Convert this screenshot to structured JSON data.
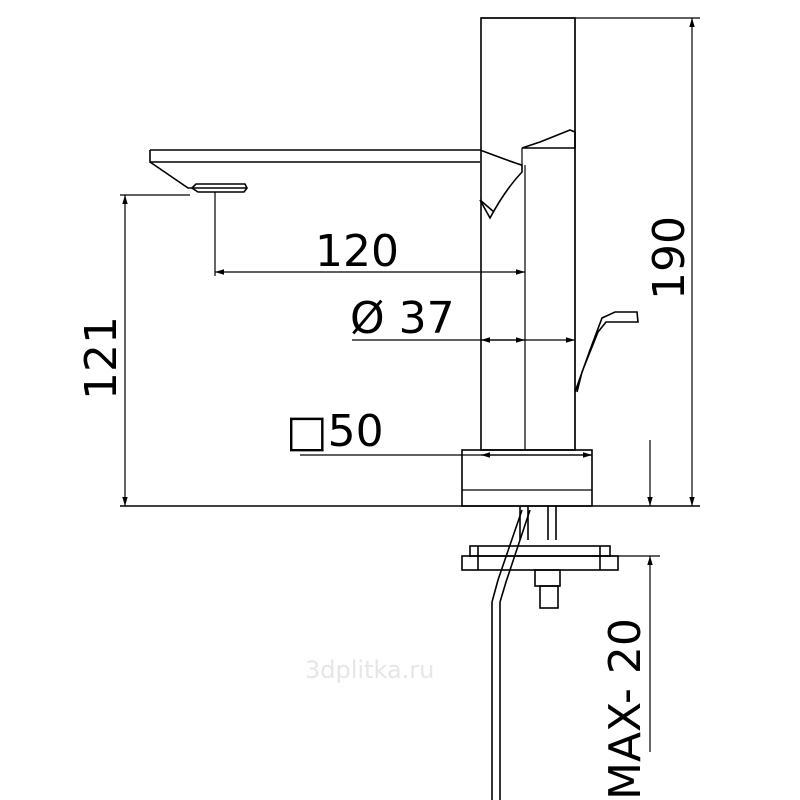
{
  "drawing": {
    "dimensions": {
      "spout_reach": "120",
      "body_diameter": "Ø 37",
      "base_square": "□50",
      "spout_height": "121",
      "total_height": "190",
      "max_thickness": "MAX- 20"
    },
    "watermark": "3dplitka.ru"
  }
}
